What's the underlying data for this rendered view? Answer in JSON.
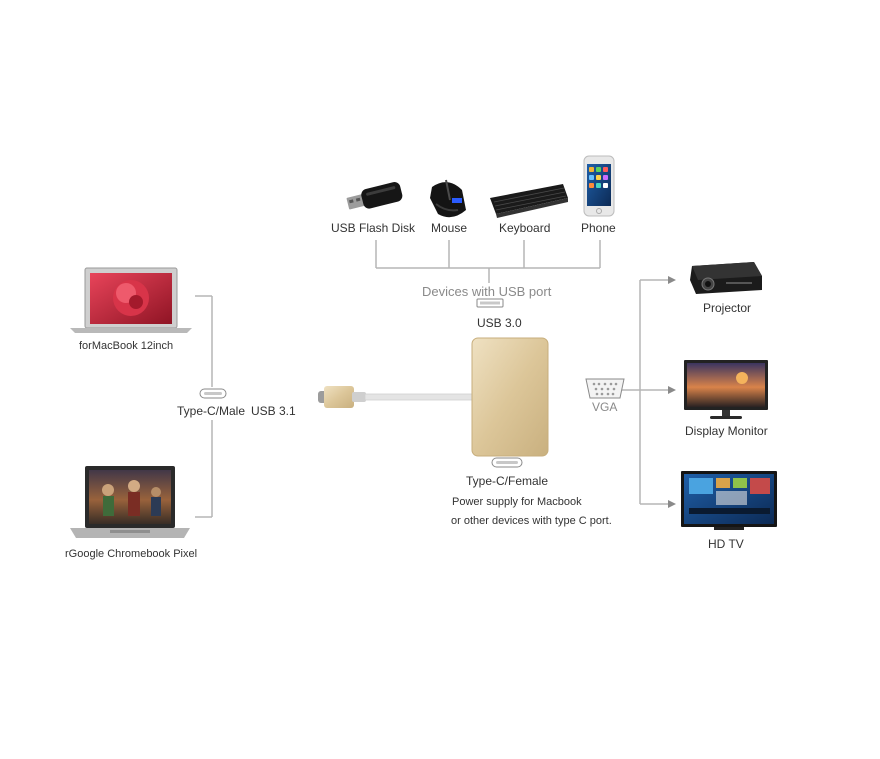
{
  "top_devices": {
    "flash_disk": "USB Flash Disk",
    "mouse": "Mouse",
    "keyboard": "Keyboard",
    "phone": "Phone"
  },
  "usb_group": {
    "caption": "Devices with USB port",
    "port_label": "USB 3.0"
  },
  "left_devices": {
    "macbook": "forMacBook 12inch",
    "chromebook": "rGoogle Chromebook Pixel"
  },
  "cable": {
    "connector_label": "Type-C/Male",
    "spec": "USB 3.1"
  },
  "hub": {
    "typec_female": "Type-C/Female",
    "power_line1": "Power supply for Macbook",
    "power_line2": "or other devices with type C port."
  },
  "vga_group": {
    "label": "VGA"
  },
  "right_devices": {
    "projector": "Projector",
    "monitor": "Display Monitor",
    "tv": "HD TV"
  },
  "colors": {
    "hub_gold": "#e2cfa8",
    "line_gray": "#b5b5b5",
    "flower_red": "#c8283e"
  }
}
